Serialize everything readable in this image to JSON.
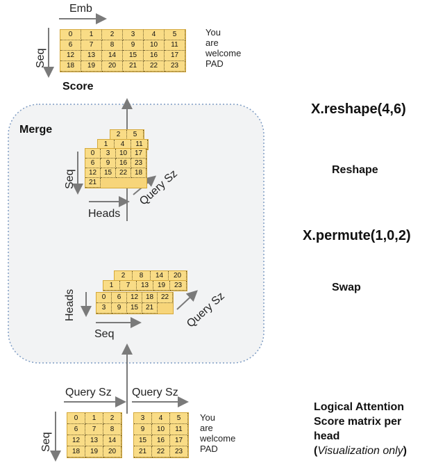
{
  "top": {
    "emb_label": "Emb",
    "seq_label": "Seq",
    "score_label": "Score",
    "grid": [
      [
        "0",
        "1",
        "2",
        "3",
        "4",
        "5"
      ],
      [
        "6",
        "7",
        "8",
        "9",
        "10",
        "11"
      ],
      [
        "12",
        "13",
        "14",
        "15",
        "16",
        "17"
      ],
      [
        "18",
        "19",
        "20",
        "21",
        "22",
        "23"
      ]
    ],
    "tokens": [
      "You",
      "are",
      "welcome",
      "PAD"
    ]
  },
  "merge": {
    "title": "Merge",
    "reshape_stack": {
      "seq_label": "Seq",
      "heads_label": "Heads",
      "query_label": "Query Sz",
      "layers": [
        [
          [
            "2",
            "5"
          ]
        ],
        [
          [
            "1",
            "4",
            "11"
          ]
        ],
        [
          [
            "0",
            "3",
            "10",
            "17"
          ],
          [
            "6",
            "9",
            "16",
            "23"
          ],
          [
            "12",
            "15",
            "22"
          ],
          [
            "18",
            "21"
          ]
        ]
      ]
    },
    "swap_stack": {
      "heads_label": "Heads",
      "seq_label": "Seq",
      "query_label": "Query Sz",
      "layers": [
        [
          [
            "2",
            "8",
            "14",
            "20"
          ]
        ],
        [
          [
            "1",
            "7",
            "13",
            "19",
            "23"
          ]
        ],
        [
          [
            "0",
            "6",
            "12",
            "18",
            "22"
          ],
          [
            "3",
            "9",
            "15",
            "21"
          ]
        ]
      ]
    }
  },
  "right": {
    "reshape_code": "X.reshape(4,6)",
    "reshape_label": "Reshape",
    "permute_code": "X.permute(1,0,2)",
    "swap_label": "Swap",
    "logical_title_1": "Logical Attention",
    "logical_title_2": "Score matrix per",
    "logical_title_3": "head",
    "paren_open": "(",
    "visual_only": "Visualization only",
    "paren_close": ")"
  },
  "bottom": {
    "query_label_1": "Query Sz",
    "query_label_2": "Query Sz",
    "seq_label": "Seq",
    "grid_left": [
      [
        "0",
        "1",
        "2"
      ],
      [
        "6",
        "7",
        "8"
      ],
      [
        "12",
        "13",
        "14"
      ],
      [
        "18",
        "19",
        "20"
      ]
    ],
    "grid_right": [
      [
        "3",
        "4",
        "5"
      ],
      [
        "9",
        "10",
        "11"
      ],
      [
        "15",
        "16",
        "17"
      ],
      [
        "21",
        "22",
        "23"
      ]
    ],
    "tokens": [
      "You",
      "are",
      "welcome",
      "PAD"
    ]
  },
  "colors": {
    "cell_fill": "#f9dc86",
    "merge_bg": "#f2f3f4",
    "merge_border": "#7e9cc4",
    "arrow": "#7a7a7a"
  }
}
